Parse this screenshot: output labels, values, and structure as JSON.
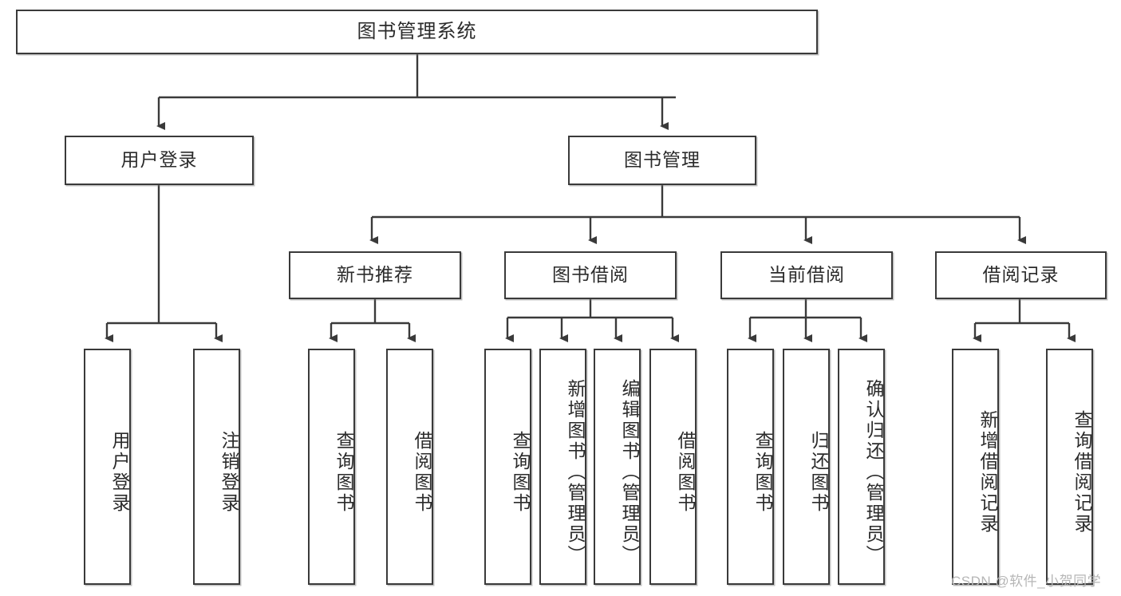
{
  "diagram": {
    "title_node": {
      "label": "图书管理系统"
    },
    "level1": [
      {
        "id": "user-login",
        "label": "用户登录"
      },
      {
        "id": "book-management",
        "label": "图书管理"
      }
    ],
    "level2": [
      {
        "id": "new-book-recommend",
        "label": "新书推荐"
      },
      {
        "id": "book-borrow",
        "label": "图书借阅"
      },
      {
        "id": "current-borrow",
        "label": "当前借阅"
      },
      {
        "id": "borrow-record",
        "label": "借阅记录"
      }
    ],
    "leaves": {
      "user_login": [
        {
          "id": "leaf-user-login",
          "label": "用户登录"
        },
        {
          "id": "leaf-logout-login",
          "label": "注销登录"
        }
      ],
      "new_book_recommend": [
        {
          "id": "leaf-query-book-1",
          "label": "查询图书"
        },
        {
          "id": "leaf-borrow-book-1",
          "label": "借阅图书"
        }
      ],
      "book_borrow": [
        {
          "id": "leaf-query-book-2",
          "label": "查询图书"
        },
        {
          "id": "leaf-add-book",
          "label": "新增图书（管理员）"
        },
        {
          "id": "leaf-edit-book",
          "label": "编辑图书（管理员）"
        },
        {
          "id": "leaf-borrow-book-2",
          "label": "借阅图书"
        }
      ],
      "current_borrow": [
        {
          "id": "leaf-query-book-3",
          "label": "查询图书"
        },
        {
          "id": "leaf-return-book",
          "label": "归还图书"
        },
        {
          "id": "leaf-confirm-return",
          "label": "确认归还（管理员）"
        }
      ],
      "borrow_record": [
        {
          "id": "leaf-add-record",
          "label": "新增借阅记录"
        },
        {
          "id": "leaf-query-record",
          "label": "查询借阅记录"
        }
      ]
    },
    "colors": {
      "border": "#3a3a3a",
      "text": "#2b2b2b",
      "background": "#ffffff",
      "watermark": "#b6b6b6"
    }
  },
  "watermark": {
    "text": "CSDN @软件_小贺同学"
  }
}
